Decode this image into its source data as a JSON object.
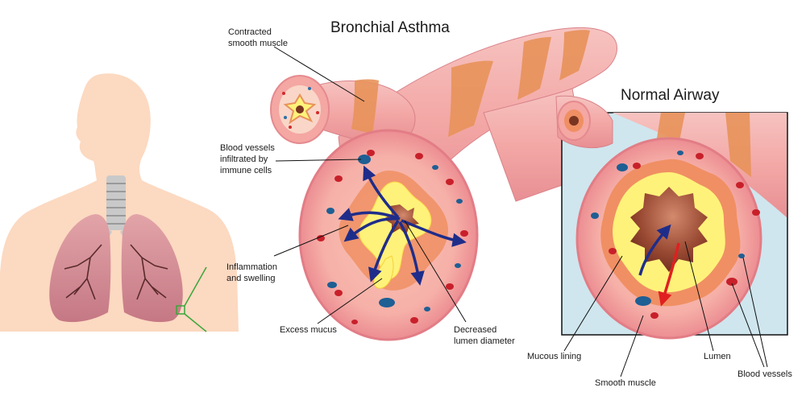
{
  "titles": {
    "asthma": "Bronchial Asthma",
    "normal": "Normal Airway"
  },
  "labels": {
    "contracted_1": "Contracted",
    "contracted_2": "smooth muscle",
    "vessels_infiltrated_1": "Blood vessels",
    "vessels_infiltrated_2": "infiltrated by",
    "vessels_infiltrated_3": "immune cells",
    "inflammation_1": "Inflammation",
    "inflammation_2": "and swelling",
    "excess_mucus": "Excess mucus",
    "decreased_1": "Decreased",
    "decreased_2": "lumen diameter",
    "mucous_lining": "Mucous lining",
    "smooth_muscle": "Smooth muscle",
    "lumen": "Lumen",
    "blood_vessels": "Blood vessels"
  },
  "colors": {
    "skin": "#fcd9c1",
    "airway_wall": "#f4a7a3",
    "muscle": "#e8925a",
    "mucus": "#fff27a",
    "inset_bg": "#cfe6ee",
    "arrow_blue": "#1f2d8a",
    "arrow_red": "#e02020",
    "pointer_green": "#3aa53a"
  }
}
